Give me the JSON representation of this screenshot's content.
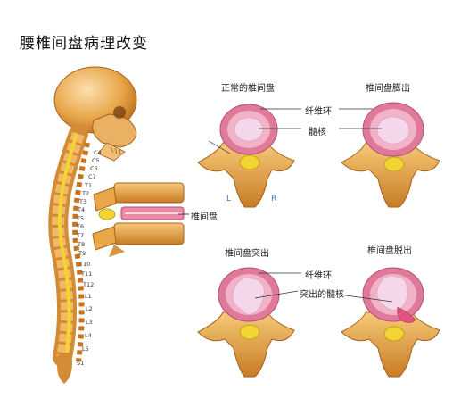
{
  "title": "腰椎间盘病理改变",
  "panels": {
    "normal": "正常的椎间盘",
    "bulge": "椎间盘膨出",
    "protrusion": "椎间盘突出",
    "prolapse": "椎间盘脱出"
  },
  "labels": {
    "annulus_top": "纤维环",
    "nucleus": "髓核",
    "annulus_bottom": "纤维环",
    "protruded_nucleus": "突出的髓核",
    "disc": "椎间盘",
    "left": "L",
    "right": "R"
  },
  "vertebra_labels": [
    "C4",
    "C5",
    "C6",
    "C7",
    "T1",
    "T2",
    "T3",
    "T4",
    "T5",
    "T6",
    "T7",
    "T8",
    "T9",
    "T10",
    "T11",
    "T12",
    "L1",
    "L2",
    "L3",
    "L4",
    "L5",
    "S1"
  ],
  "colors": {
    "bone": "#e9a74a",
    "bone_dark": "#b86e1c",
    "disc_pink": "#e07a9a",
    "nucleus": "#f5d7ec",
    "cord": "#f2d533"
  }
}
